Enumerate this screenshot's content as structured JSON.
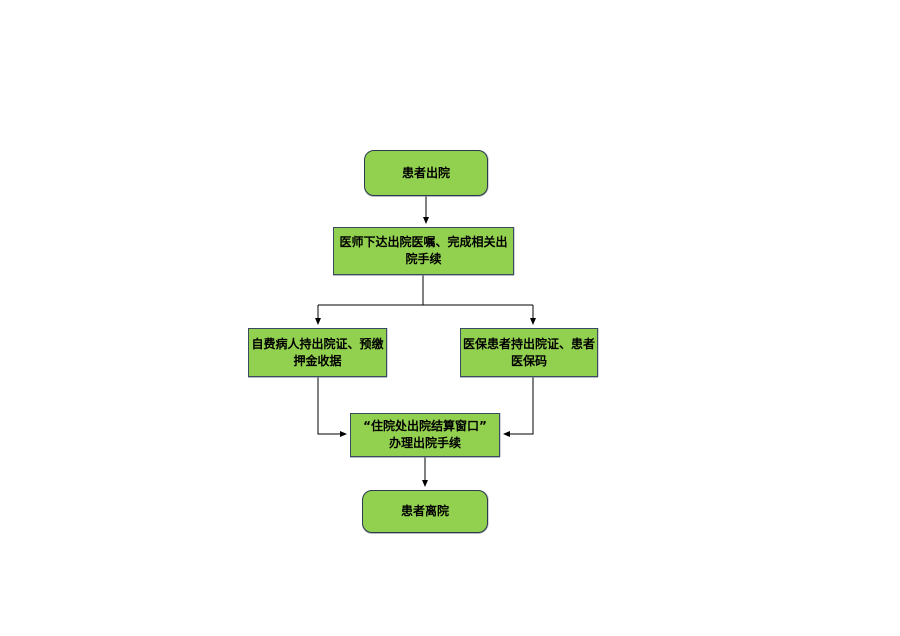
{
  "diagram": {
    "type": "flowchart",
    "topic": "hospital-discharge-process",
    "colors": {
      "node_fill": "#92d050",
      "node_border": "#3a4a63",
      "connector": "#000000",
      "text": "#000000",
      "background": "#ffffff"
    },
    "nodes": {
      "start": {
        "label": "患者出院",
        "shape": "rounded-rectangle"
      },
      "step1": {
        "label": "医师下达出院医嘱、完成相关出\n院手续",
        "shape": "rectangle"
      },
      "branch_left": {
        "label": "自费病人持出院证、预缴\n押金收据",
        "shape": "rectangle"
      },
      "branch_right": {
        "label": "医保患者持出院证、患者\n医保码",
        "shape": "rectangle"
      },
      "settle": {
        "label": "“住院处出院结算窗口”\n办理出院手续",
        "shape": "rectangle"
      },
      "end": {
        "label": "患者离院",
        "shape": "rounded-rectangle"
      }
    },
    "edges": [
      {
        "from": "start",
        "to": "step1"
      },
      {
        "from": "step1",
        "to": "branch_left"
      },
      {
        "from": "step1",
        "to": "branch_right"
      },
      {
        "from": "branch_left",
        "to": "settle"
      },
      {
        "from": "branch_right",
        "to": "settle"
      },
      {
        "from": "settle",
        "to": "end"
      }
    ]
  }
}
